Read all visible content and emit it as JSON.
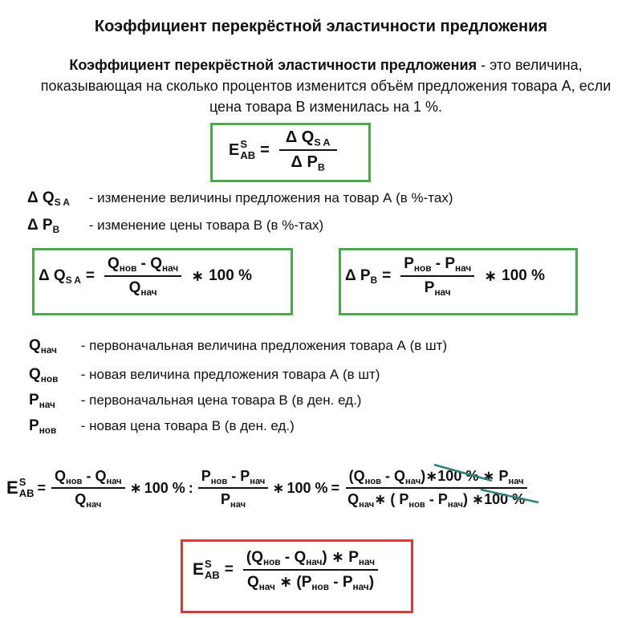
{
  "title": "Коэффициент перекрёстной эластичности предложения",
  "intro": {
    "term": "Коэффициент перекрёстной эластичности предложения",
    "text": " - это величина, показывающая на сколько процентов изменится объём предложения товара А, если цена товара В изменилась на 1 %."
  },
  "symbols": {
    "E": "E",
    "sup_S": "S",
    "sub_AB": "AB",
    "delta_Q": "Δ Q",
    "sub_SA": "S A",
    "delta_P": "Δ P",
    "sub_B": "B",
    "Q": "Q",
    "P": "P",
    "sub_nov": "нов",
    "sub_nach": "нач",
    "eq": "=",
    "minus": "-",
    "times": "∗",
    "hundred": "100 %",
    "divide": ":",
    "lparen": "(",
    "rparen": ")"
  },
  "definitions": {
    "delta_q": " - изменение величины предложения на товар А (в %-тах)",
    "delta_p": " - изменение цены товара В (в %-тах)",
    "q_nach": " - первоначальная величина предложения товара А (в шт)",
    "q_nov": " - новая величина предложения товара А (в шт)",
    "p_nach": " - первоначальная цена товара В (в ден. ед.)",
    "p_nov": " - новая цена товара В (в ден. ед.)"
  },
  "colors": {
    "box_green": "#4aaa4a",
    "box_red": "#d83a3a",
    "strike_teal": "#2f7f7a"
  }
}
